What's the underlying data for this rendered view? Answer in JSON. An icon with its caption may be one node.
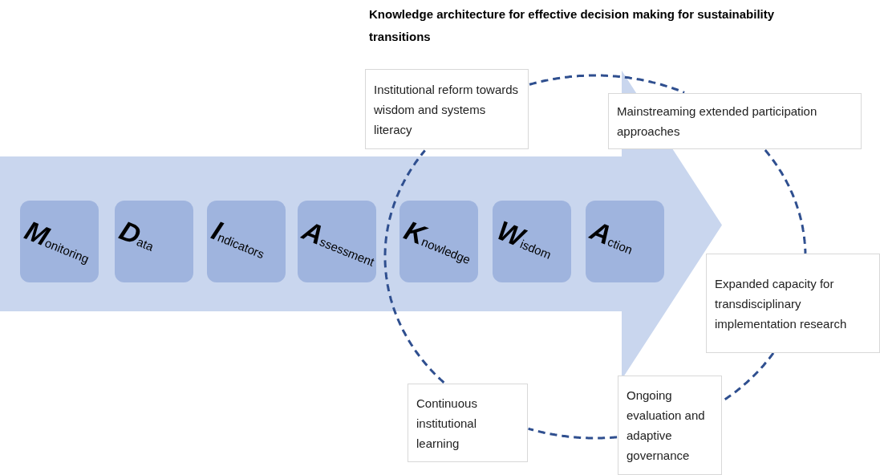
{
  "diagram": {
    "title": "Knowledge architecture for effective decision making for sustainability transitions",
    "nodes": [
      {
        "text": [],
        "shape": "arrow"
      },
      {
        "text": [
          "Monitoring"
        ],
        "in": 0
      },
      {
        "text": [
          "Data"
        ],
        "in": 0
      },
      {
        "text": [
          "Indicators"
        ],
        "in": 0
      },
      {
        "text": [
          "Assessment"
        ],
        "in": 0
      },
      {
        "text": [
          "Knowledge"
        ],
        "in": 0
      },
      {
        "text": [
          "Wisdom"
        ],
        "in": 0
      },
      {
        "text": [
          "Action"
        ],
        "in": 0
      },
      {
        "text": [
          "Institutional reform towards wisdom and systems literacy"
        ]
      },
      {
        "text": [
          "Mainstreaming extended participation approaches"
        ]
      },
      {
        "text": [
          "Expanded capacity for transdisciplinary implementation research"
        ]
      },
      {
        "text": [
          "Continuous institutional learning"
        ]
      },
      {
        "text": [
          "Ongoing evaluation and adaptive governance"
        ]
      }
    ],
    "edges": [
      {
        "from": 8,
        "to": 9,
        "arrow": "none",
        "style": "dashed"
      },
      {
        "from": 9,
        "to": 10,
        "arrow": "none",
        "style": "dashed"
      },
      {
        "from": 10,
        "to": 12,
        "arrow": "none",
        "style": "dashed"
      },
      {
        "from": 12,
        "to": 11,
        "arrow": "none",
        "style": "dashed"
      },
      {
        "from": 11,
        "to": 8,
        "arrow": "none",
        "style": "dashed"
      }
    ]
  }
}
